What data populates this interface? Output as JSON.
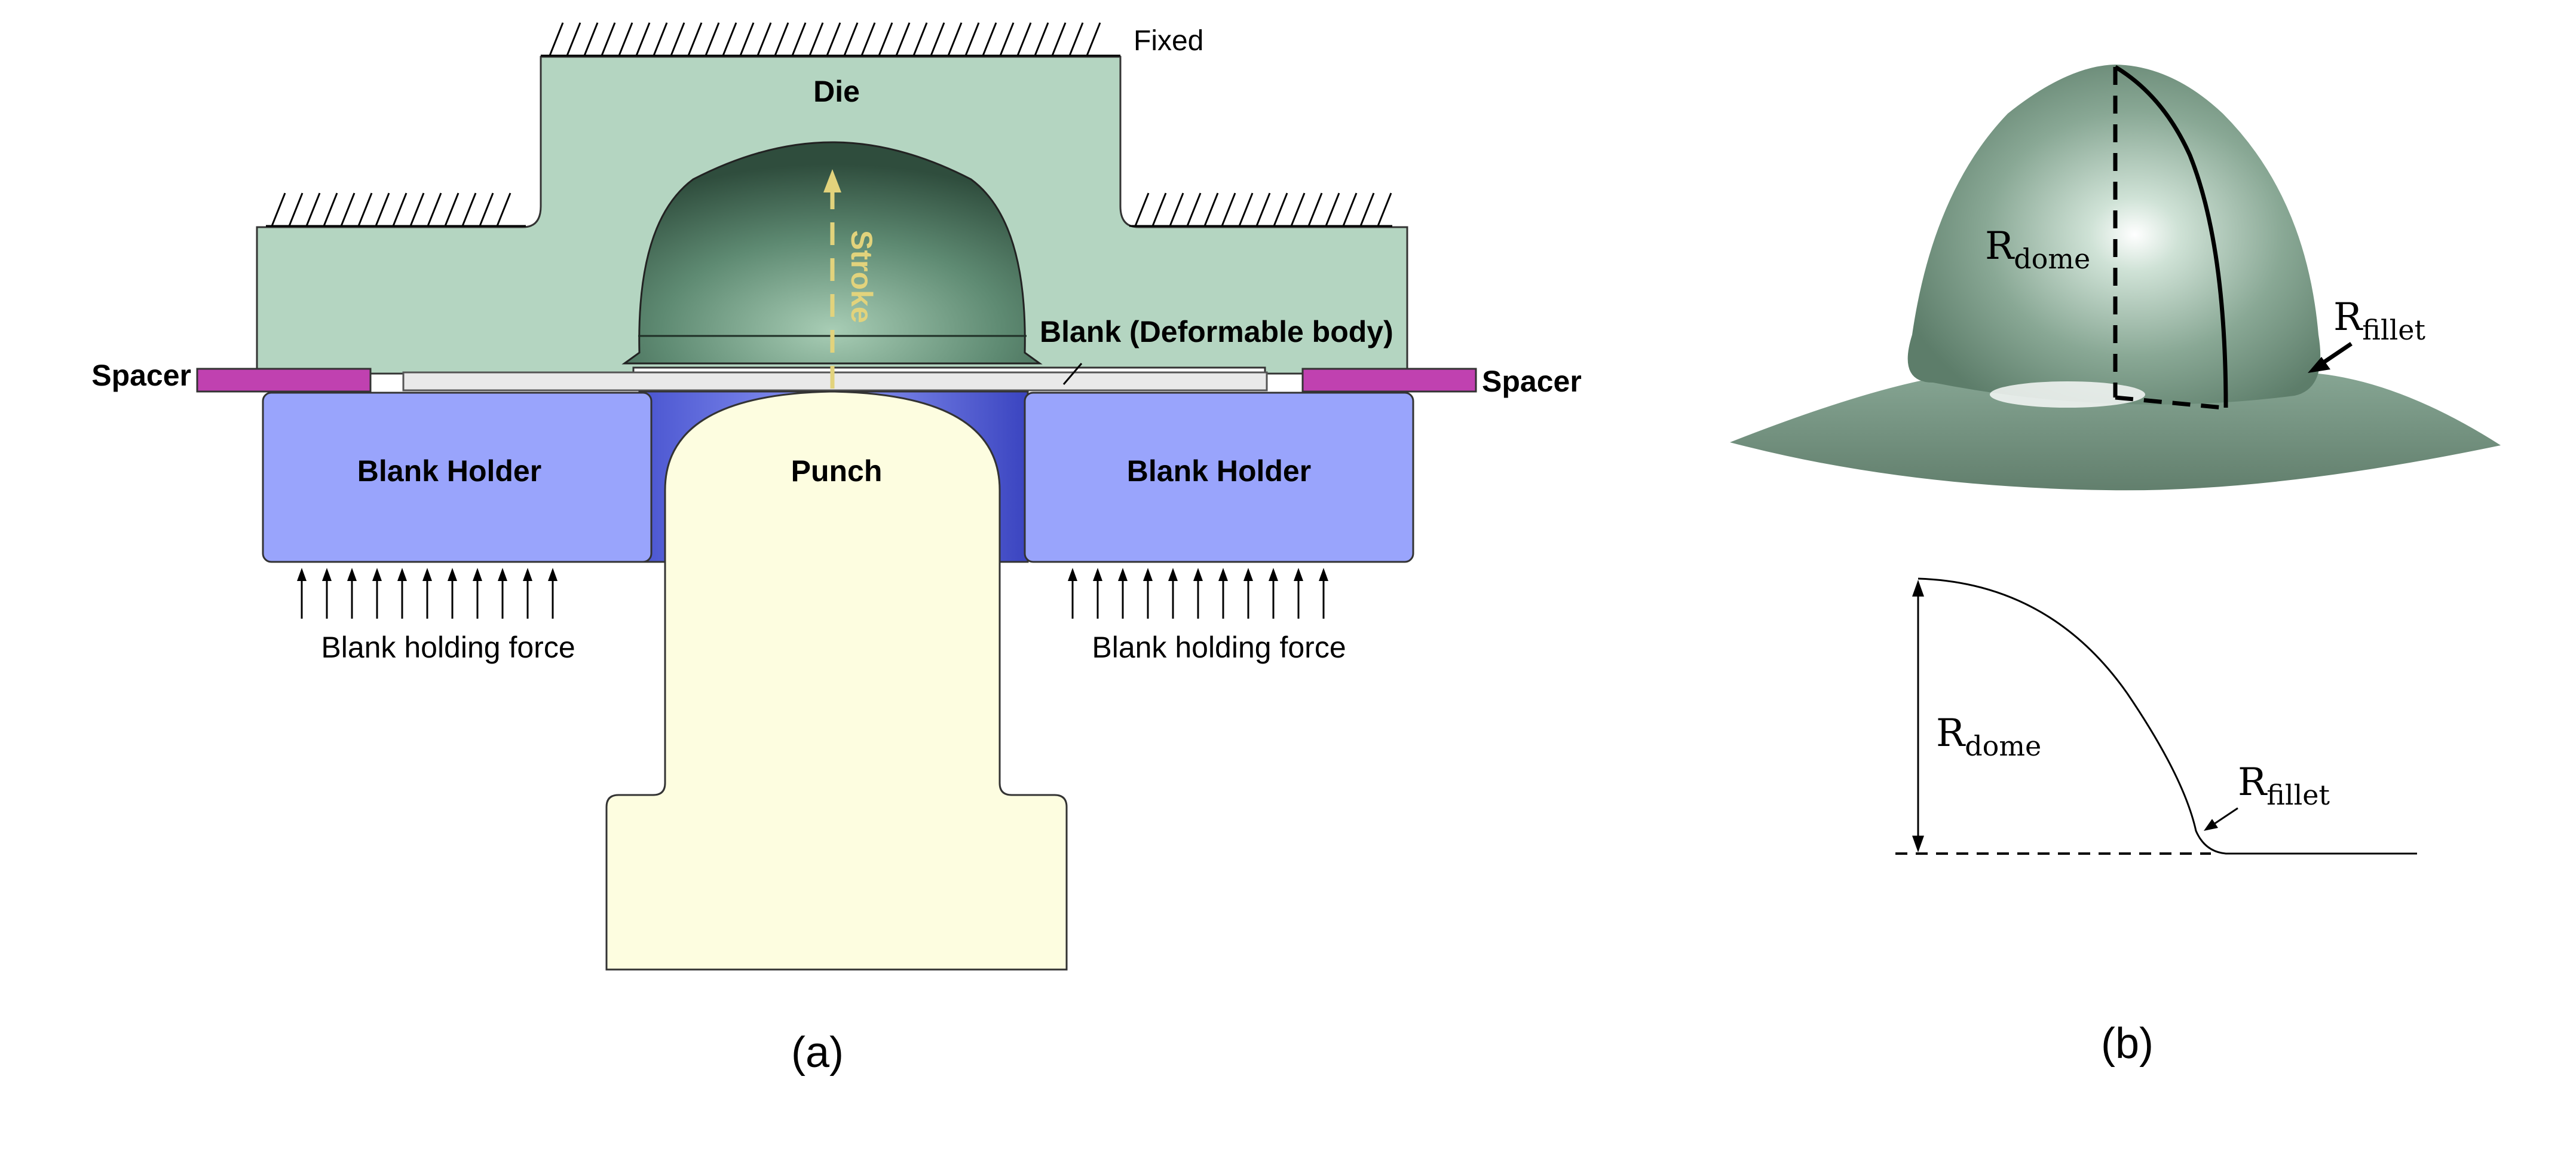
{
  "panel_a": {
    "caption": "(a)",
    "fixed_label": "Fixed",
    "die_label": "Die",
    "stroke_label": "Stroke",
    "blank_label": "Blank (Deformable body)",
    "spacer_left_label": "Spacer",
    "spacer_right_label": "Spacer",
    "holder_left_label": "Blank Holder",
    "holder_right_label": "Blank Holder",
    "punch_label": "Punch",
    "force_left_label": "Blank holding force",
    "force_right_label": "Blank holding force"
  },
  "panel_b": {
    "caption": "(b)",
    "r_symbol": "R",
    "dome_subscript": "dome",
    "fillet_subscript": "fillet"
  },
  "colors": {
    "die": "#b4d5c1",
    "holder": "#99a4fc",
    "punch": "#fdfde0",
    "spacer": "#c041b0",
    "stroke_arrow": "#e2d37c",
    "dome_shell": "#7f9f8b"
  }
}
